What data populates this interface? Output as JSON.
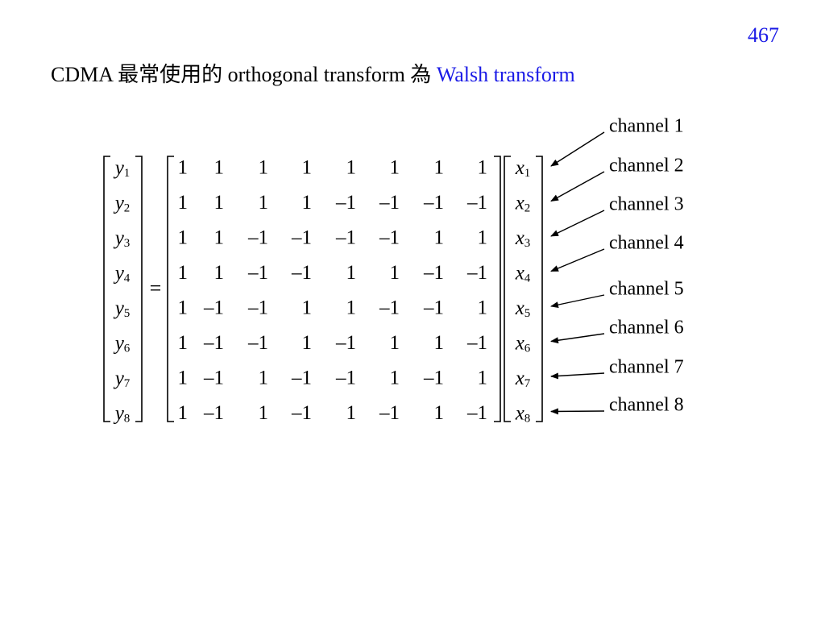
{
  "page_number": "467",
  "title": {
    "prefix": "CDMA 最常使用的 orthogonal transform 為",
    "highlight": "Walsh transform"
  },
  "equation": {
    "equals": "=",
    "y_vector": [
      {
        "base": "y",
        "sub": "1"
      },
      {
        "base": "y",
        "sub": "2"
      },
      {
        "base": "y",
        "sub": "3"
      },
      {
        "base": "y",
        "sub": "4"
      },
      {
        "base": "y",
        "sub": "5"
      },
      {
        "base": "y",
        "sub": "6"
      },
      {
        "base": "y",
        "sub": "7"
      },
      {
        "base": "y",
        "sub": "8"
      }
    ],
    "x_vector": [
      {
        "base": "x",
        "sub": "1"
      },
      {
        "base": "x",
        "sub": "2"
      },
      {
        "base": "x",
        "sub": "3"
      },
      {
        "base": "x",
        "sub": "4"
      },
      {
        "base": "x",
        "sub": "5"
      },
      {
        "base": "x",
        "sub": "6"
      },
      {
        "base": "x",
        "sub": "7"
      },
      {
        "base": "x",
        "sub": "8"
      }
    ],
    "matrix": [
      [
        "1",
        "1",
        "1",
        "1",
        "1",
        "1",
        "1",
        "1"
      ],
      [
        "1",
        "1",
        "1",
        "1",
        "–1",
        "–1",
        "–1",
        "–1"
      ],
      [
        "1",
        "1",
        "–1",
        "–1",
        "–1",
        "–1",
        "1",
        "1"
      ],
      [
        "1",
        "1",
        "–1",
        "–1",
        "1",
        "1",
        "–1",
        "–1"
      ],
      [
        "1",
        "–1",
        "–1",
        "1",
        "1",
        "–1",
        "–1",
        "1"
      ],
      [
        "1",
        "–1",
        "–1",
        "1",
        "–1",
        "1",
        "1",
        "–1"
      ],
      [
        "1",
        "–1",
        "1",
        "–1",
        "–1",
        "1",
        "–1",
        "1"
      ],
      [
        "1",
        "–1",
        "1",
        "–1",
        "1",
        "–1",
        "1",
        "–1"
      ]
    ]
  },
  "channels": [
    "channel 1",
    "channel 2",
    "channel 3",
    "channel 4",
    "channel 5",
    "channel 6",
    "channel 7",
    "channel 8"
  ]
}
